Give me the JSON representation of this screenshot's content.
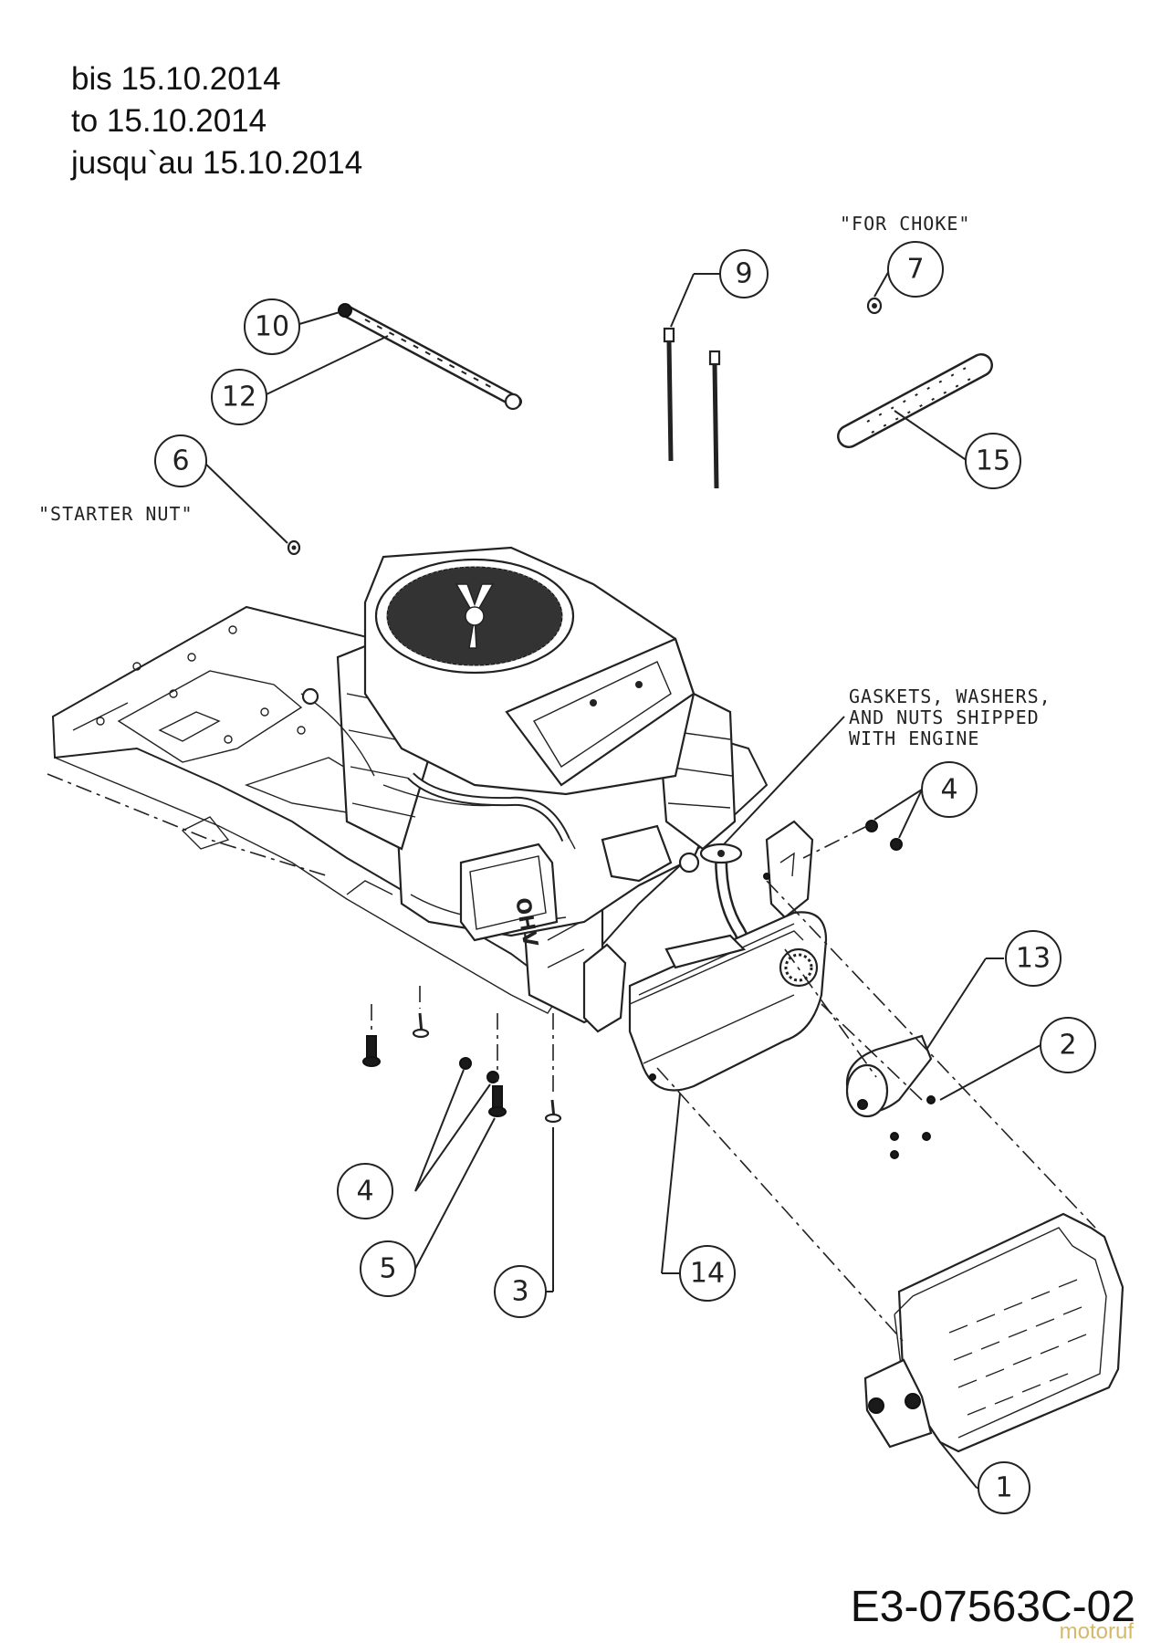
{
  "validity": {
    "line_de": "bis 15.10.2014",
    "line_en": "to 15.10.2014",
    "line_fr": "jusqu`au 15.10.2014"
  },
  "notes": {
    "choke": "\"FOR CHOKE\"",
    "starter": "\"STARTER NUT\"",
    "gaskets_1": "GASKETS, WASHERS,",
    "gaskets_2": "AND NUTS SHIPPED",
    "gaskets_3": "WITH ENGINE",
    "engine_label": "OHV"
  },
  "callouts": {
    "c1": "1",
    "c2": "2",
    "c3": "3",
    "c4a": "4",
    "c4b": "4",
    "c5": "5",
    "c6": "6",
    "c7": "7",
    "c9": "9",
    "c10": "10",
    "c12": "12",
    "c13": "13",
    "c14": "14",
    "c15": "15"
  },
  "drawing_number": "E3-07563C-02",
  "watermark": "motoruf"
}
